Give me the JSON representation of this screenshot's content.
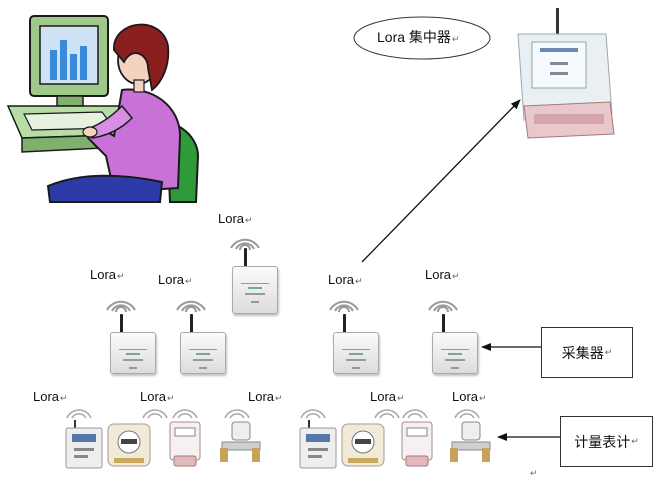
{
  "title_label": "Lora 集中器",
  "paragraph_mark": "↵",
  "lora_label": "Lora",
  "collector_callout": "采集器",
  "meter_callout": "计量表计",
  "colors": {
    "line": "#111111",
    "computer_green": "#9ec98a",
    "screen_blue": "#3a8ad9",
    "person_purple": "#c872d8",
    "hair": "#8a1f1f",
    "chair_green": "#2f9a3a"
  },
  "icons": [
    "computer-user-icon",
    "concentrator-device-icon",
    "collector-device-icon",
    "meter-icon",
    "wireless-signal-icon"
  ]
}
